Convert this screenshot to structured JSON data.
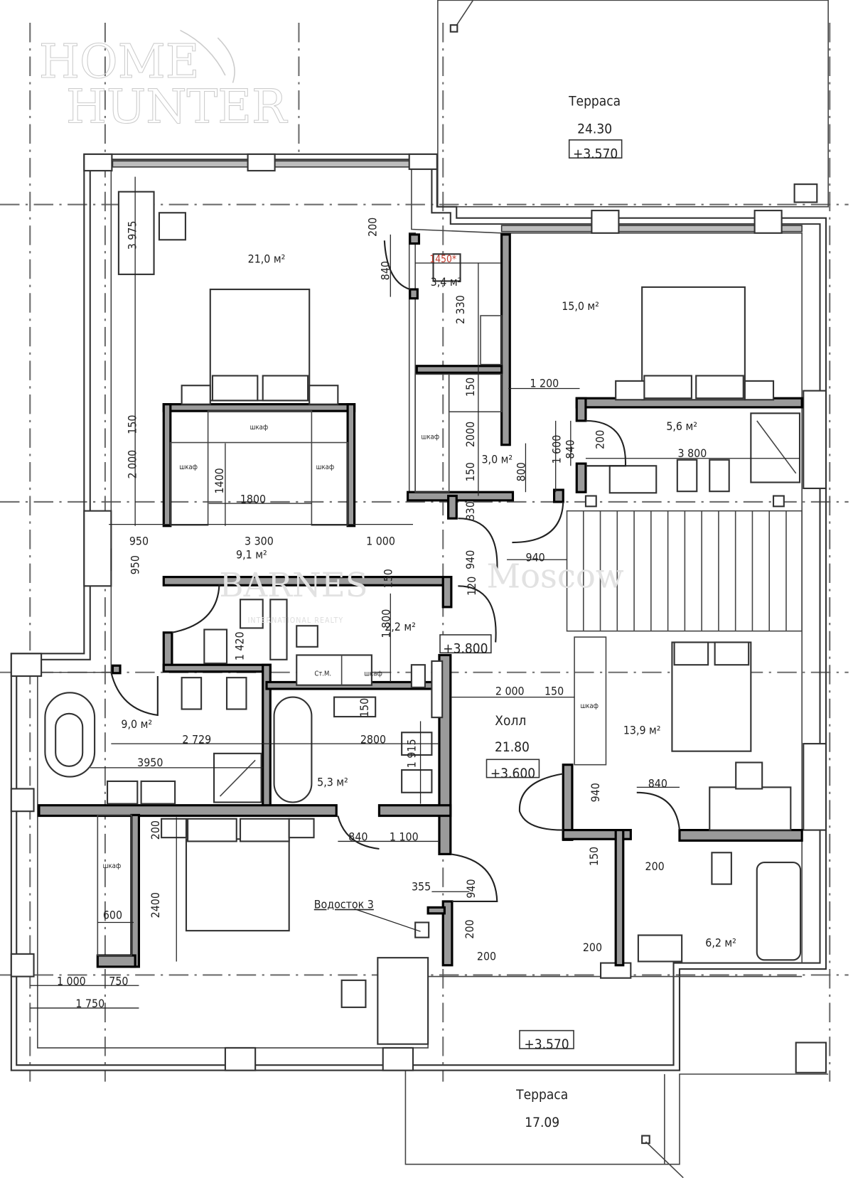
{
  "terraces": [
    {
      "name": "Терраса",
      "area": "24.30",
      "level": "+3.570"
    },
    {
      "name": "Терраса",
      "area": "17.09",
      "level": "+3.570"
    }
  ],
  "hall": {
    "name": "Холл",
    "area": "21.80",
    "level": "+3.600"
  },
  "level_marks": [
    "+3.800"
  ],
  "room_areas": [
    "21,0 м²",
    "3,4 м²",
    "15,0 м²",
    "3,0 м²",
    "5,6 м²",
    "9,1 м²",
    "2,2 м²",
    "13,9 м²",
    "9,0 м²",
    "5,3 м²",
    "6,2 м²"
  ],
  "highlighted_dimension": "1450*",
  "dimensions": [
    "200",
    "840",
    "2 330",
    "3 975",
    "150",
    "2 000",
    "1400",
    "1800",
    "150",
    "2000",
    "150",
    "800",
    "1 200",
    "1 600",
    "840",
    "200",
    "3 800",
    "330",
    "940",
    "940",
    "950",
    "3 300",
    "1 000",
    "950",
    "150",
    "120",
    "1 420",
    "1 800",
    "2 000",
    "150",
    "150",
    "2 729",
    "2800",
    "1 915",
    "3950",
    "940",
    "840",
    "200",
    "2400",
    "840",
    "1 100",
    "150",
    "200",
    "355",
    "940",
    "200",
    "200",
    "200",
    "600",
    "1 000",
    "750",
    "1 750"
  ],
  "furniture_labels": [
    "шкаф",
    "шкаф",
    "шкаф",
    "шкаф",
    "шкаф",
    "шкаф",
    "шкаф",
    "Ст.М."
  ],
  "annotations": [
    "Водосток 3"
  ],
  "watermarks": {
    "home_hunter_1": "HOME",
    "home_hunter_2": "HUNTER",
    "barnes": "BARNES",
    "barnes_sub": "INTERNATIONAL REALTY",
    "city": "Moscow"
  },
  "colors": {
    "wall_fill": "#9a9a9a",
    "line": "#222222",
    "highlight_dimension": "#c0392b"
  }
}
